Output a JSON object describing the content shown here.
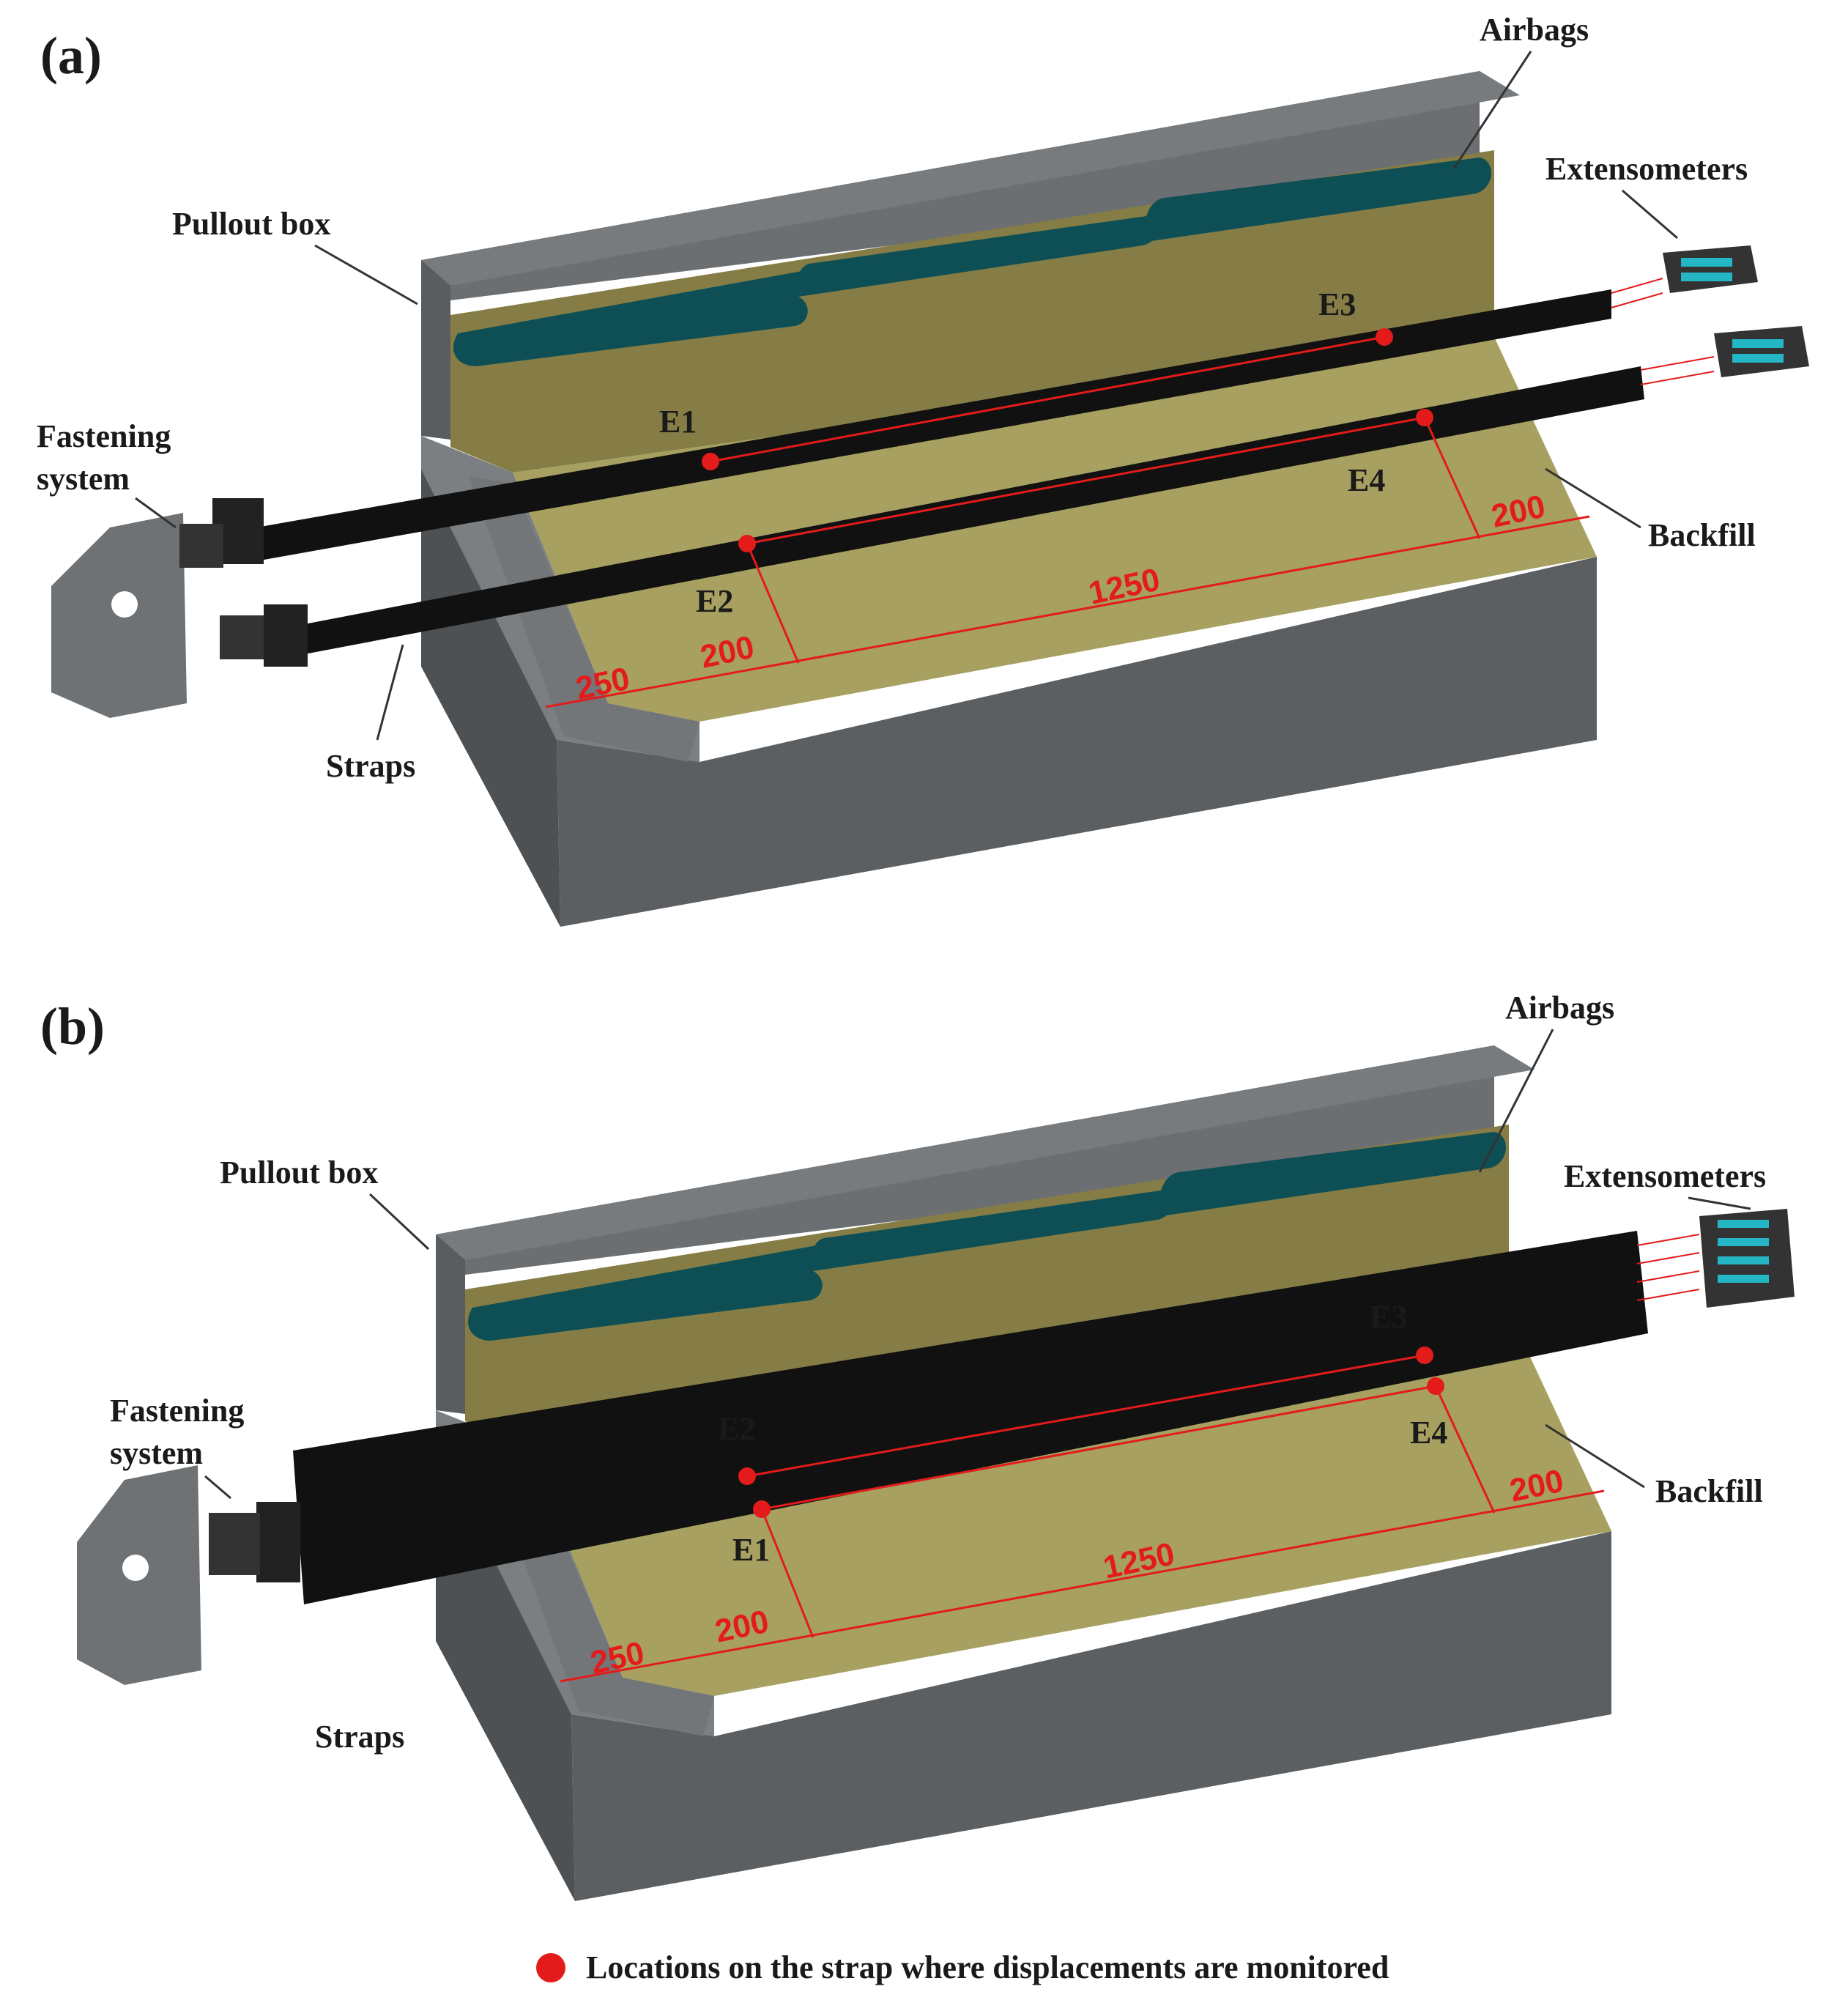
{
  "panels": [
    {
      "label": "(a)",
      "callouts": {
        "airbags": "Airbags",
        "extensometers": "Extensometers",
        "pullout_box": "Pullout box",
        "fastening_line1": "Fastening",
        "fastening_line2": "system",
        "backfill": "Backfill",
        "straps": "Straps"
      },
      "points": [
        "E1",
        "E2",
        "E3",
        "E4"
      ],
      "dims": [
        "250",
        "200",
        "1250",
        "200"
      ]
    },
    {
      "label": "(b)",
      "callouts": {
        "airbags": "Airbags",
        "extensometers": "Extensometers",
        "pullout_box": "Pullout box",
        "fastening_line1": "Fastening",
        "fastening_line2": "system",
        "backfill": "Backfill",
        "straps": "Straps"
      },
      "points": [
        "E2",
        "E1",
        "E3",
        "E4"
      ],
      "dims": [
        "250",
        "200",
        "1250",
        "200"
      ]
    }
  ],
  "legend": {
    "text": "Locations on the strap where displacements are monitored",
    "color": "#e31b1b"
  },
  "colors": {
    "box_top": "#6a6d70",
    "box_side": "#55585b",
    "box_front": "#5c5f62",
    "backfill": "#a7a060",
    "backfill_inner": "#857d45",
    "airbag": "#0d4f55",
    "strap": "#111111",
    "marker": "#e31b1b"
  }
}
